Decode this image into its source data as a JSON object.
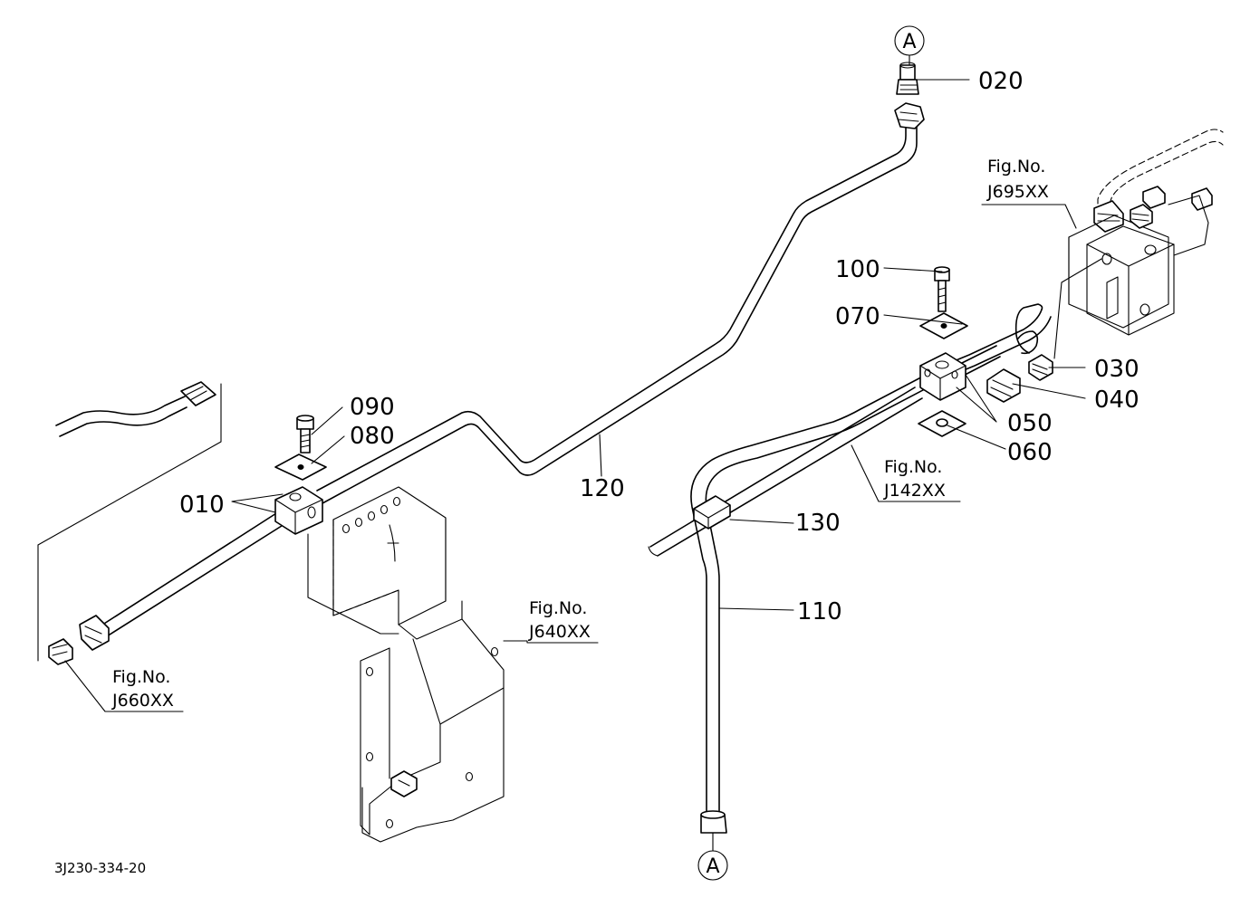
{
  "drawing_code": "3J230-334-20",
  "ref_markers": {
    "top": "A",
    "bottom": "A"
  },
  "part_labels": {
    "p010": "010",
    "p020": "020",
    "p030": "030",
    "p040": "040",
    "p050": "050",
    "p060": "060",
    "p070": "070",
    "p080": "080",
    "p090": "090",
    "p100": "100",
    "p110": "110",
    "p120": "120",
    "p130": "130"
  },
  "fig_refs": {
    "j695": {
      "prefix": "Fig.No.",
      "number": "J695XX"
    },
    "j142": {
      "prefix": "Fig.No.",
      "number": "J142XX"
    },
    "j640": {
      "prefix": "Fig.No.",
      "number": "J640XX"
    },
    "j660": {
      "prefix": "Fig.No.",
      "number": "J660XX"
    }
  }
}
